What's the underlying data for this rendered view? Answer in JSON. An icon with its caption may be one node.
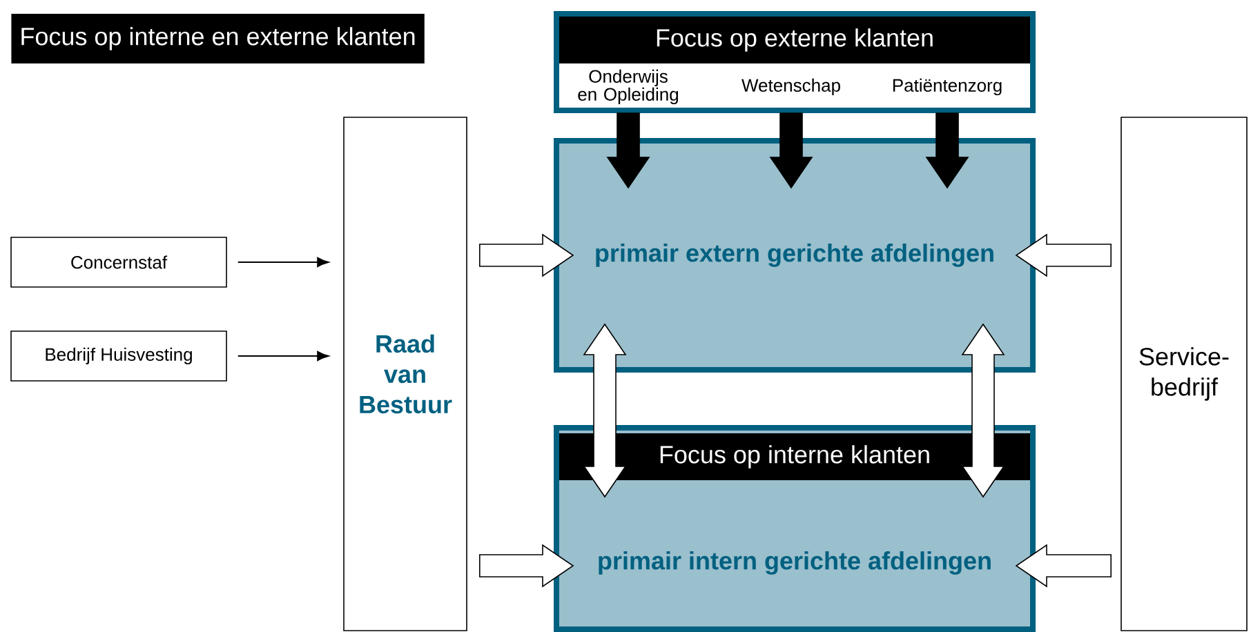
{
  "diagram": {
    "title": "Focus op interne en externe klanten",
    "nodes": [
      {
        "text": [
          "Concernstaf"
        ]
      },
      {
        "text": [
          "Bedrijf Huisvesting"
        ]
      },
      {
        "text": [
          "Raad van Bestuur"
        ]
      },
      {
        "text": [
          "Focus op externe klanten"
        ]
      },
      {
        "text": [
          "Onderwijs en Opleiding"
        ],
        "in": 3
      },
      {
        "text": [
          "Wetenschap"
        ],
        "in": 3
      },
      {
        "text": [
          "Patiëntenzorg"
        ],
        "in": 3
      },
      {
        "text": [
          "primair extern gerichte afdelingen"
        ]
      },
      {
        "text": [
          "Focus op interne klanten",
          "primair intern gerichte afdelingen"
        ]
      },
      {
        "text": [
          "Service- bedrijf"
        ]
      }
    ],
    "edges": [
      {
        "from": 0,
        "to": 2,
        "arrow": "to"
      },
      {
        "from": 1,
        "to": 2,
        "arrow": "to"
      },
      {
        "from": 4,
        "to": 7,
        "arrow": "to",
        "style": "thick"
      },
      {
        "from": 5,
        "to": 7,
        "arrow": "to",
        "style": "thick"
      },
      {
        "from": 6,
        "to": 7,
        "arrow": "to",
        "style": "thick"
      },
      {
        "from": 2,
        "to": 7,
        "arrow": "to",
        "style": "thick",
        "color": "#ffffff"
      },
      {
        "from": 9,
        "to": 7,
        "arrow": "to",
        "style": "thick",
        "color": "#ffffff"
      },
      {
        "from": 7,
        "to": 8,
        "arrow": "both",
        "style": "thick",
        "color": "#ffffff"
      },
      {
        "from": 7,
        "to": 8,
        "arrow": "both",
        "style": "thick",
        "color": "#ffffff"
      },
      {
        "from": 2,
        "to": 8,
        "arrow": "to",
        "style": "thick",
        "color": "#ffffff"
      },
      {
        "from": 9,
        "to": 8,
        "arrow": "to",
        "style": "thick",
        "color": "#ffffff"
      }
    ]
  }
}
